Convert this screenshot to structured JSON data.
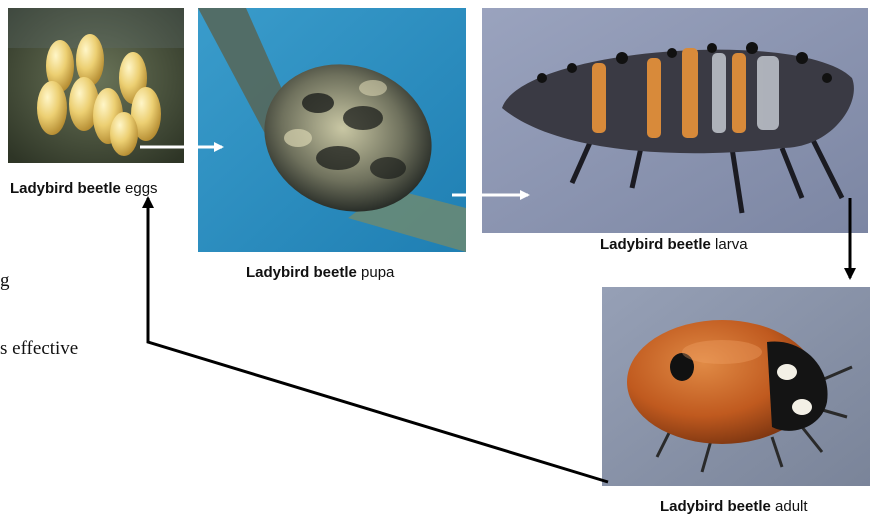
{
  "captions": {
    "eggs": {
      "bold": "Ladybird beetle",
      "rest": "eggs"
    },
    "pupa": {
      "bold": "Ladybird beetle",
      "rest": "pupa"
    },
    "larva": {
      "bold": "Ladybird beetle",
      "rest": "larva"
    },
    "adult": {
      "bold": "Ladybird beetle",
      "rest": "adult"
    }
  },
  "left_text_fragments": [
    "g",
    "s effective"
  ],
  "colors": {
    "egg_bg": "#4e5a3e",
    "pupa_bg": "#2f8fbf",
    "larva_bg": "#8e97b3",
    "adult_bg": "#8893a8",
    "ladybird_red": "#c05a1f",
    "arrow_white": "#ffffff",
    "arrow_black": "#000000"
  },
  "icons": [
    "eggs-photo",
    "pupa-photo",
    "larva-photo",
    "adult-photo"
  ]
}
